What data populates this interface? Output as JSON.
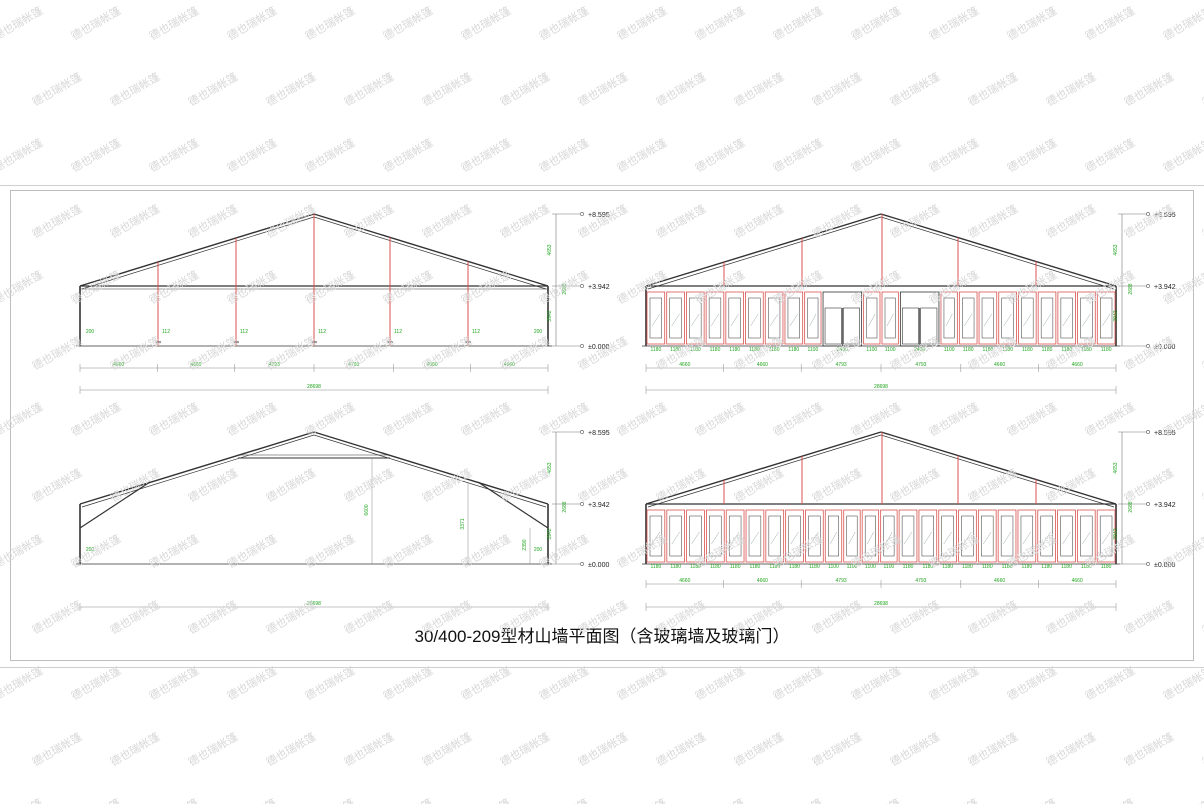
{
  "caption": "30/400-209型材山墙平面图（含玻璃墙及玻璃门）",
  "watermark_text": "德也瑞帐篷",
  "colors": {
    "frame": "#333333",
    "red_member": "#d9534f",
    "dim_text": "#1fa51f",
    "elev_text": "#222222",
    "glass": "#9aa"
  },
  "elevations": {
    "top": "+8.595",
    "mid": "+3.942",
    "zero": "±0.000"
  },
  "vertical_dims": {
    "upper": "4653",
    "mid": "2688",
    "lower": "3942"
  },
  "overall_width": "28698",
  "panels": [
    {
      "id": "frame-elevation",
      "bay_dims": [
        "4660",
        "4660",
        "4793",
        "4793",
        "4660",
        "4660"
      ],
      "post_labels": [
        "200",
        "112",
        "112",
        "112",
        "112",
        "112",
        "200"
      ]
    },
    {
      "id": "glass-wall-with-doors",
      "module_dims": [
        "1180",
        "1180",
        "1180",
        "1180",
        "1180",
        "1180",
        "1180",
        "1180",
        "1100",
        "2430",
        "1100",
        "1100",
        "2430",
        "1100",
        "1180",
        "1180",
        "1180",
        "1180",
        "1180",
        "1180",
        "1180",
        "1180"
      ],
      "bay_dims": [
        "4660",
        "4660",
        "4793",
        "4793",
        "4660",
        "4660"
      ]
    },
    {
      "id": "braced-frame",
      "height_labels": [
        "200",
        "6600",
        "3371",
        "2390",
        "200"
      ]
    },
    {
      "id": "glass-wall-full",
      "module_dims": [
        "1180",
        "1180",
        "1180",
        "1180",
        "1180",
        "1180",
        "1180",
        "1180",
        "1180",
        "1100",
        "1100",
        "1100",
        "1100",
        "1180",
        "1180",
        "1180",
        "1180",
        "1180",
        "1180",
        "1180",
        "1180",
        "1180",
        "1180",
        "1180"
      ],
      "bay_dims": [
        "4660",
        "4660",
        "4793",
        "4793",
        "4660",
        "4660"
      ]
    }
  ]
}
